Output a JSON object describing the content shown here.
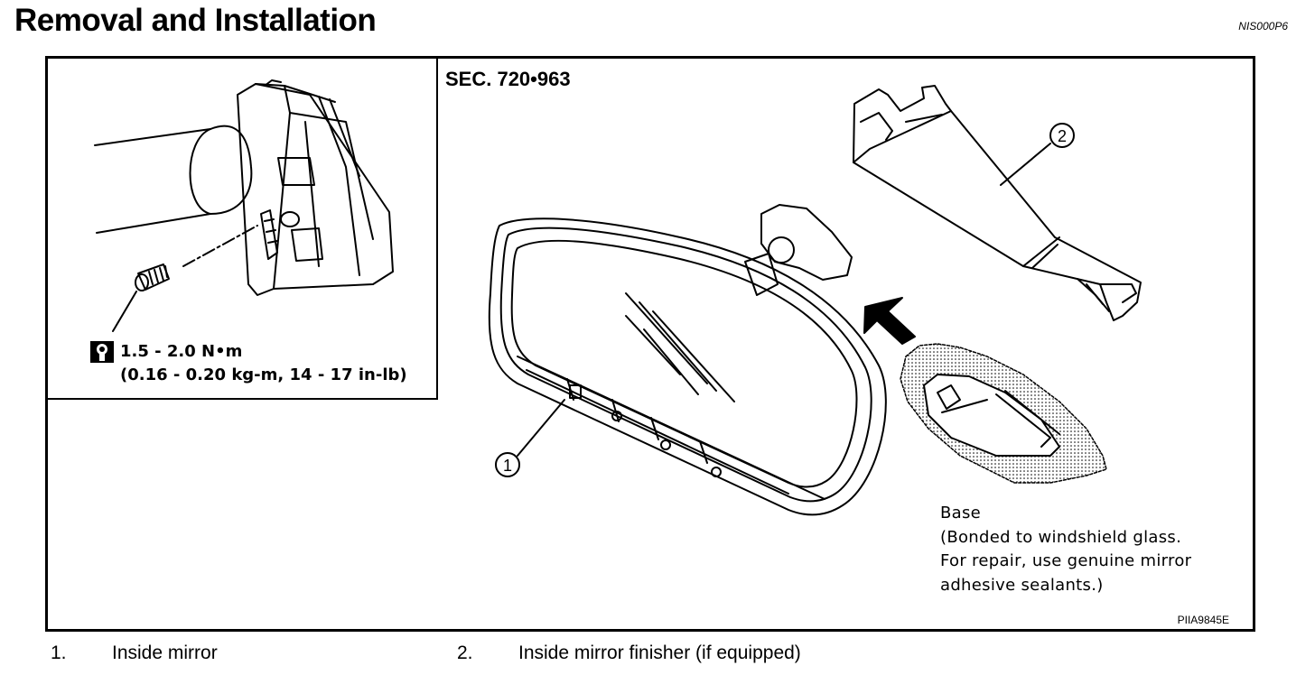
{
  "page": {
    "title": "Removal and Installation",
    "doc_id": "NIS000P6"
  },
  "figure": {
    "section": "SEC. 720•963",
    "torque_icon": "torque-wrench-icon",
    "torque_line1": "1.5 - 2.0 N•m",
    "torque_line2": "(0.16 - 0.20 kg-m, 14 -  17 in-lb)",
    "callout_1": "1",
    "callout_2": "2",
    "base_label": "Base",
    "base_note_1": "(Bonded to windshield glass.",
    "base_note_2": "For repair, use genuine mirror",
    "base_note_3": "adhesive sealants.)",
    "figure_id": "PIIA9845E"
  },
  "legend": [
    {
      "num": "1.",
      "label": "Inside mirror"
    },
    {
      "num": "2.",
      "label": "Inside mirror finisher (if equipped)"
    }
  ]
}
